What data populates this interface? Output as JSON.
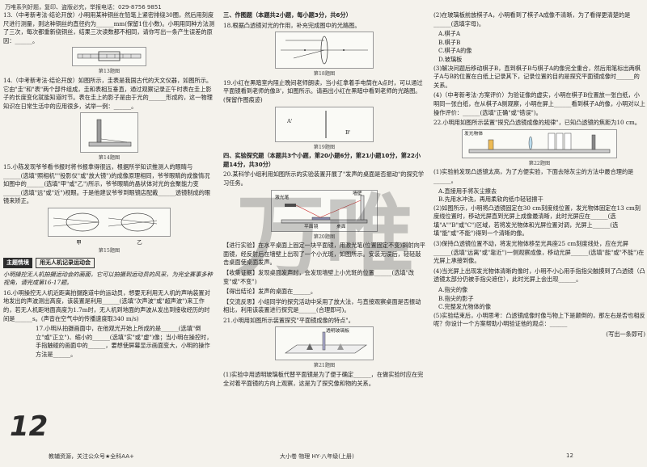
{
  "header": {
    "text": "万唯系列好题，复印、盗版必究，举报电话：029-8756 9851"
  },
  "col1": {
    "q13": "13.（中考新考法·结论开放）小明用某种铜丝在铅笔上紧密排绕30圈，然后用刻度尺进行测量，则这种铜丝的直径约为______mm(保留1位小数)。小明用同种方法测了三次，每次都重新绕铜丝，结果三次读数都不相同，请你写出一条产生误差的原因：______。",
    "fig13": "第13题图",
    "q14": "14.（中考新考法·结论开放）如图所示，圭表是我国古代的天文仪器，如图所示。它由\"圭\"和\"表\"两个部件组成，圭和表相互垂直，通过观察记录正午时表在圭上影子的长度变化就能知道时节。表在圭上的影子是由于光的______形成的，这一物理知识在日常生活中的应用很多，试举一例：______。",
    "fig14": "第14题图",
    "q15": "15.小陈发现爷爷看书报时将书报拿得很远，根据所学知识推测人的眼睛与______(选填\"照相机\"\"投影仪\"或\"放大镜\")的成像原理相同，爷爷眼睛的成像情况如图中的______(选填\"甲\"或\"乙\")所示，爷爷眼睛的晶状体对光的会聚能力变______(选填\"远\"或\"近\")视眼。于是他建议爷爷到眼镜店配戴______透镜制成的眼镜来矫正。",
    "fig15_a": "甲",
    "fig15_b": "乙",
    "fig15": "第15题图",
    "theme_badge": "主题情境",
    "theme_label": "用无人机记录运动会",
    "theme_text": "小明操控无人机拍摄运动会的画面，它可以拍摄到运动员的风采，为完全赛事多种视角，请完成第16-17题。",
    "q16": "16.小明操控无人机近距离拍摄跑道中的运动员，想要无利用无人机的声呐装置对地发出的声波测出高度，该装置是利用______(选填\"次声波\"或\"超声波\")来工作的，若无人机距地面高度为1.7m时，无人机到地面的声波从发出到接收经历的时间是______s。(声音在空气中的传播速度取340 m/s)",
    "q17": "17.小明从拍摄画面中，在他观光开始上所成的是______(选填\"倒立\"或\"正立\")、缩小的______(选填\"实\"或\"虚\")像；当小明在操控时，手指触碰的画面中的______，要想使屏幕显示画面变大，小明的操作方法是______。",
    "page_num": "12"
  },
  "col2": {
    "sec3": "三、作图题（本题共2小题，每小题3分，共6分）",
    "q18": "18.根据凸透镜对光的作用，补充完成图中的光路图。",
    "fig18": "第18题图",
    "q19": "19.小红在黑暗室内阻止晚间老师朗读，当小红拿着手电筒在A点时，可以通过平面镜看到老师的像B'，如图所示。请画出小红在黑暗中看到老师的光路图。(保留作图痕迹)",
    "fig19_a": "A'",
    "fig19_b": "B'",
    "fig19": "第19题图",
    "sec4": "四、实验探究题（本题共3个小题，第20小题6分，第21小题10分，第22小题14分，共30分）",
    "q20": "20.某科学小组利用如图所示的实验装置开展了\"发声的桌面是否振动\"的探究学习任务。",
    "fig20_laser": "激光笔",
    "fig20_mirror": "平面镜",
    "fig20_wall": "墙壁",
    "fig20_table": "桌面",
    "fig20": "第20题图",
    "p20a": "【进行实验】在水平桌面上固定一块平面镜，用激光笔(位置固定不变)斜射向平面镜，经反射后在墙壁上出现了一个小光斑，如图所示。安装无误后，轻轻敲击桌面使桌面发声。",
    "p20b": "【收集证据】发现桌面发声时，会发现墙壁上小光斑的位置______(选填\"改变\"或\"不变\")",
    "p20c": "【得出结论】发声的桌面在______。",
    "p20d": "【交流反思】小组同学的探究活动中采用了放大法，与直接观察桌面是否振动相比，利用该装置进行探究是______(合理即可)。",
    "q21": "21.小明用如图所示装置探究\"平面镜成像的特点\"。",
    "fig21_glass": "透明玻璃板",
    "fig21": "第21题图",
    "p21": "(1)实验中用透明玻璃板代替平面镜是为了便于确定______，在做实验时应在完全对着平面镜的方向上观察，这是为了探究像和物的关系。"
  },
  "col3": {
    "p21b": "(2)在玻璃板前放棋子A，小明看到了棋子A成像不清晰，为了看得更清楚的是______(选填字母)。",
    "opts21": [
      "A.棋子A",
      "B.棋子B",
      "C.棋子A的像",
      "D.玻璃板"
    ],
    "p21c": "(3)解决问题后移动棋子B，直到棋子B与棋子A的像完全重合，然后用笔标出两棋子A与B的位置在白纸上记录其下，记录位置的目的是探究平面镜成像时______的关系。",
    "p21d": "(4)（中考新考法·方案评价）为验证像的虚实，小明在棋子B位置放一张白纸，小明同一张白纸，在从棋子A侧观察，小明在屏上______看到棋子A的像，小明对以上操作评价：______(选填\"正确\"或\"错误\")。",
    "q22": "22.小明用如图所示装置\"探究凸透镜成像的规律\"，已知凸透镜的焦距为10 cm。",
    "fig22_obj": "发光物体",
    "fig22": "第22题图",
    "p22a": "(1)实验前发现凸透镜太高，为了方便实验，下面去除灰尘的方法中最合理的是______。",
    "opts22a": [
      "A.直接用手将灰尘擦去",
      "B.先用水冲洗，再用柔软的纸巾轻轻擦干"
    ],
    "p22b": "(2)如图所示，小明将凸透镜固定在30 cm刻度线位置，发光物体固定在13 cm刻度线位置时，移动光屏直到光屏上成像最清晰，此时光屏应在______(选填\"A\"\"B\"或\"C\")区域，若将发光物体和光屏位置对调，光屏上______(选填\"能\"或\"不能\")得到一个清晰的像。",
    "p22c": "(3)保持凸透镜位置不动，将发光物体移至光具座25 cm刻度线处，应在光屏______(选填\"远离\"或\"靠近\")一侧观察成像，移动光屏______(选填\"能\"或\"不能\")在光屏上承接到像。",
    "p22d": "(4)当光屏上出现发光物体清晰的像时，小明不小心用手指指尖触摸到了凸透镜（凸透镜太部分仍被手指尖遮住），此时光屏上会出现______。",
    "opts22d": [
      "A.指尖的像",
      "B.指尖的影子",
      "C.完整发光物体的像"
    ],
    "p22e": "(5)实验结束后，小明思考：凸透镜成像时像与物上下是颠倒的，那左右是否也相反呢？你设计一个方案帮助小明验证他的观点：______",
    "p22f": "(写出一条即可)"
  },
  "footer": {
    "left": "教辅资源，关注公众号★全科AA+",
    "center": "大小卷 物理 HY·八年级(上册)",
    "right": "12"
  }
}
